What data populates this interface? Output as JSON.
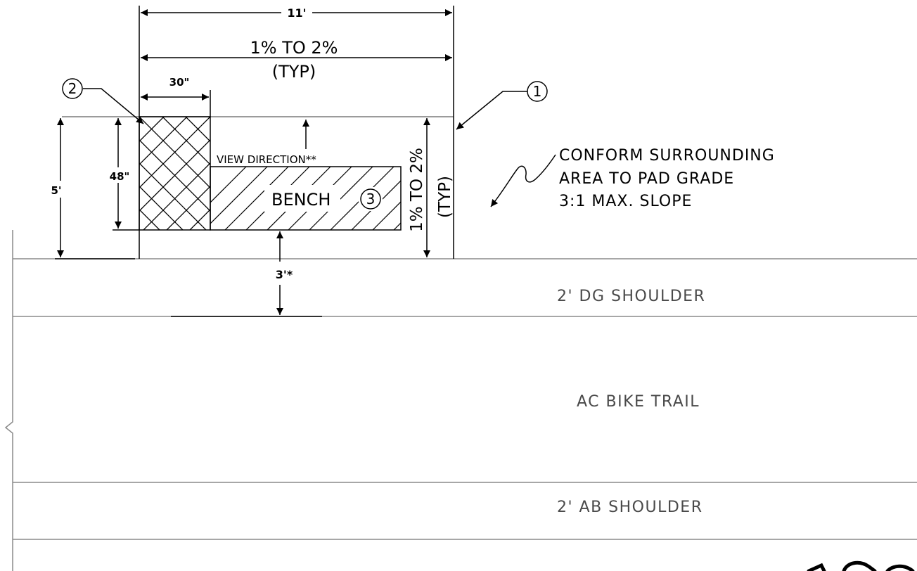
{
  "dimensions": {
    "overall_width": "11'",
    "cross_slope": "1% TO 2%",
    "cross_slope_note": "(TYP)",
    "clear_width": "30\"",
    "clear_depth": "48\"",
    "pad_depth": "5'",
    "long_slope": "1% TO 2%",
    "long_slope_note": "(TYP)",
    "setback": "3'*"
  },
  "labels": {
    "view_direction": "VIEW DIRECTION**",
    "bench": "BENCH",
    "conform_note": [
      "CONFORM SURROUNDING",
      "AREA TO PAD GRADE",
      "3:1 MAX. SLOPE"
    ]
  },
  "callouts": [
    "1",
    "2",
    "3"
  ],
  "bands": {
    "dg_shoulder": "2' DG SHOULDER",
    "bike_trail": "AC BIKE TRAIL",
    "ab_shoulder": "2' AB SHOULDER"
  }
}
